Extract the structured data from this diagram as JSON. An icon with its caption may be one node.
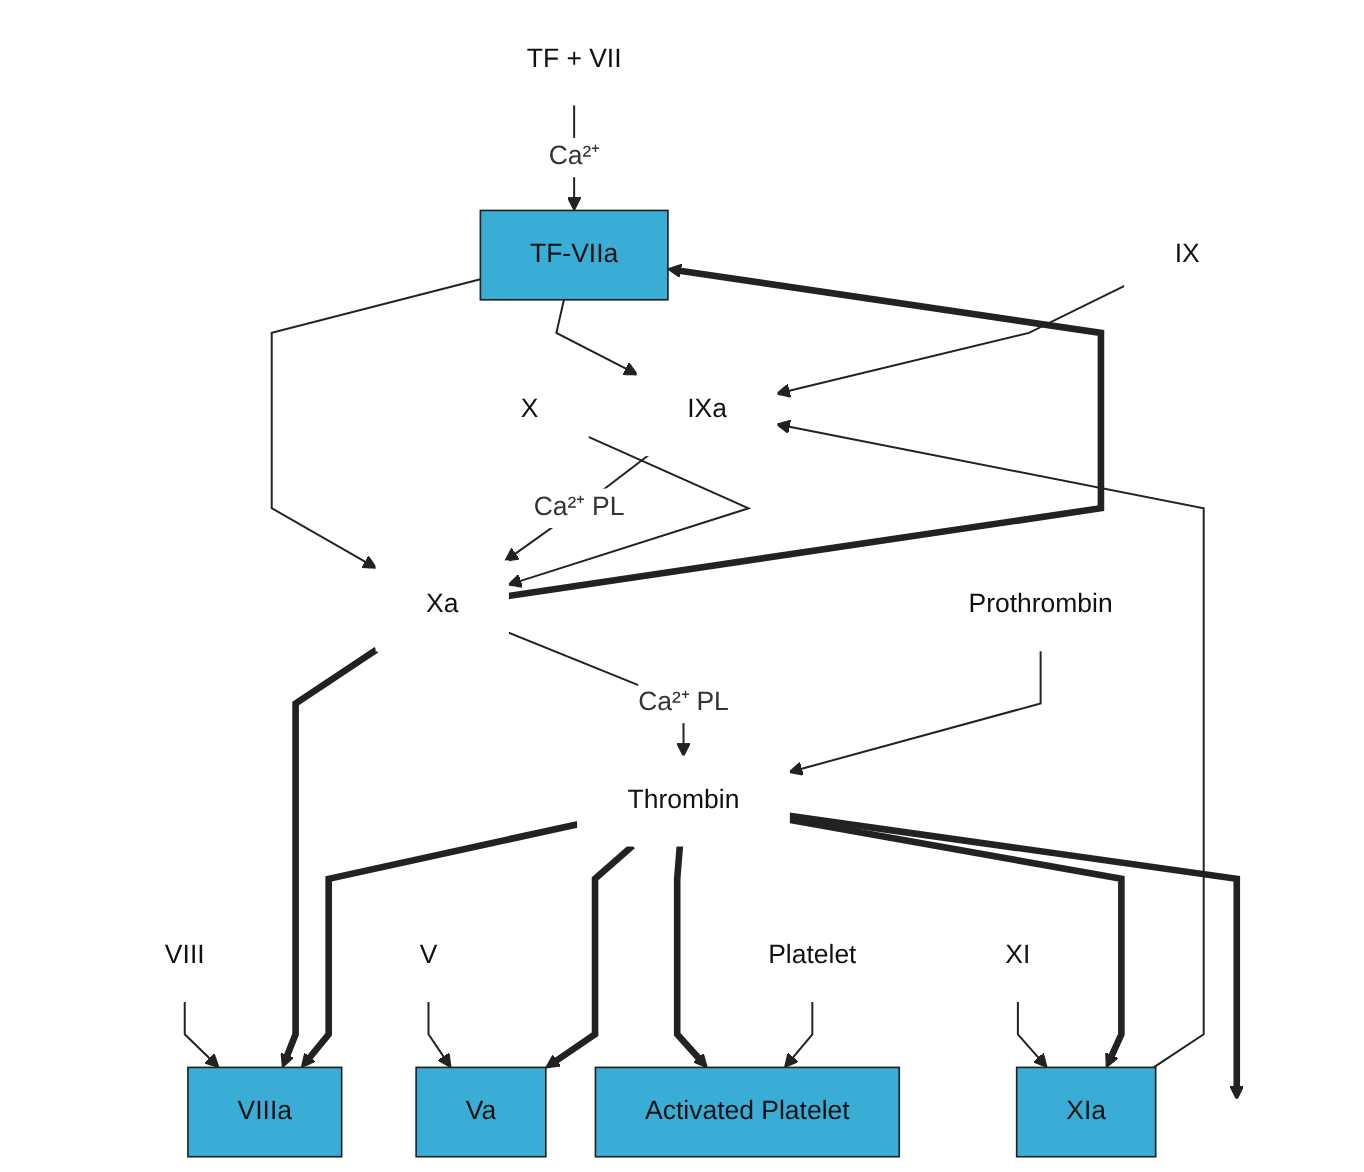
{
  "diagram": {
    "nodes": [
      {
        "text": [
          "TF + VII"
        ]
      },
      {
        "text": [
          "XI"
        ]
      },
      {
        "text": [
          "XIa"
        ]
      },
      {
        "text": [
          "TF-VIIa"
        ]
      },
      {
        "text": [
          "IX"
        ]
      },
      {
        "text": [
          "IXa"
        ]
      },
      {
        "text": [
          "VIII"
        ]
      },
      {
        "text": [
          "VIIIa"
        ]
      },
      {
        "text": [
          "X"
        ]
      },
      {
        "text": [
          "Xa"
        ]
      },
      {
        "text": [
          "V"
        ]
      },
      {
        "text": [
          "Va"
        ]
      },
      {
        "text": [
          "Thrombin"
        ]
      },
      {
        "text": [
          "Prothrombin"
        ]
      },
      {
        "text": [
          "Activated Platelet"
        ]
      },
      {
        "text": [
          "Platelet"
        ]
      }
    ],
    "edges": [
      {
        "from": 0,
        "to": 3,
        "arrow": "to",
        "label": "Ca²⁺"
      },
      {
        "from": 1,
        "to": 2,
        "arrow": "to"
      },
      {
        "from": 2,
        "to": 5,
        "arrow": "to"
      },
      {
        "from": 3,
        "to": 5,
        "arrow": "to"
      },
      {
        "from": 3,
        "to": 9,
        "arrow": "to"
      },
      {
        "from": 4,
        "to": 5,
        "arrow": "to"
      },
      {
        "from": 5,
        "to": 9,
        "arrow": "to",
        "label": "Ca²⁺ PL"
      },
      {
        "from": 6,
        "to": 7,
        "arrow": "to"
      },
      {
        "from": 8,
        "to": 9,
        "arrow": "to"
      },
      {
        "from": 9,
        "to": 3,
        "arrow": "to",
        "style": "thick"
      },
      {
        "from": 9,
        "to": 7,
        "arrow": "to",
        "style": "thick"
      },
      {
        "from": 9,
        "to": 12,
        "arrow": "to",
        "label": "Ca²⁺ PL"
      },
      {
        "from": 10,
        "to": 11,
        "arrow": "to"
      },
      {
        "from": 13,
        "to": 12,
        "arrow": "to"
      },
      {
        "from": 12,
        "to": 11,
        "arrow": "to",
        "style": "thick"
      },
      {
        "from": 12,
        "to": 14,
        "arrow": "to",
        "style": "thick"
      },
      {
        "from": 15,
        "to": 14,
        "arrow": "to"
      },
      {
        "from": 12,
        "to": 2,
        "arrow": "to",
        "style": "thick"
      },
      {
        "from": 12,
        "to": 7,
        "arrow": "to",
        "style": "thick"
      },
      {
        "from": 12,
        "to": null,
        "arrow": "to",
        "style": "thick"
      }
    ]
  }
}
